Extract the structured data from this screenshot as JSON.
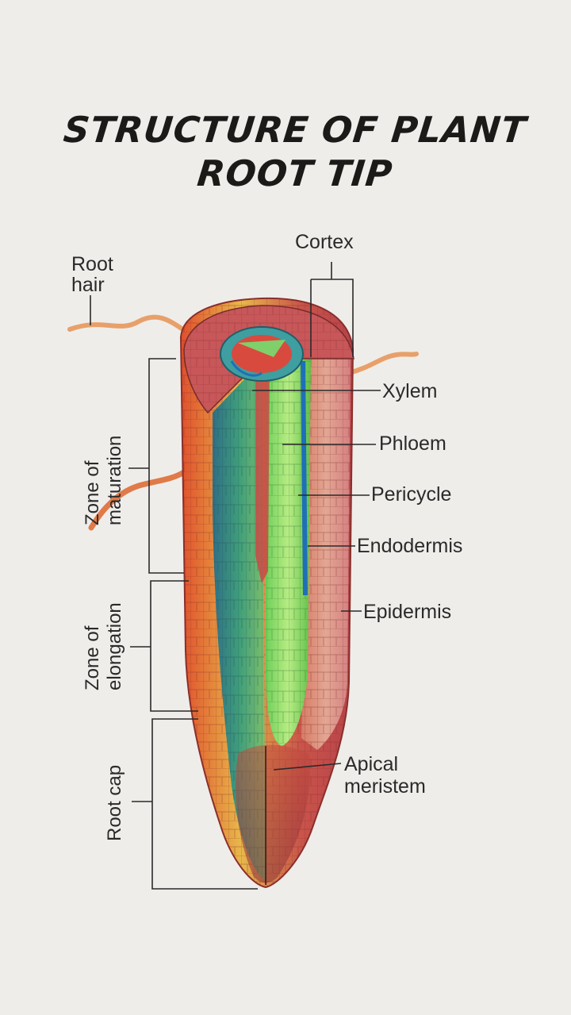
{
  "title": {
    "line1": "STRUCTURE OF PLANT",
    "line2": "ROOT TIP"
  },
  "labels": {
    "root_hair_1": "Root",
    "root_hair_2": "hair",
    "cortex": "Cortex",
    "xylem": "Xylem",
    "phloem": "Phloem",
    "pericycle": "Pericycle",
    "endodermis": "Endodermis",
    "epidermis": "Epidermis",
    "apical_1": "Apical",
    "apical_2": "meristem"
  },
  "zones": {
    "maturation_1": "Zone of",
    "maturation_2": "maturation",
    "elongation_1": "Zone of",
    "elongation_2": "elongation",
    "root_cap": "Root cap"
  },
  "colors": {
    "background": "#efedea",
    "outer_tissue": "#c9544a",
    "cortex_peach": "#e6a07a",
    "vascular_green": "#8fd46a",
    "teal": "#3f8f84",
    "root_hair": "#e8a06a"
  }
}
